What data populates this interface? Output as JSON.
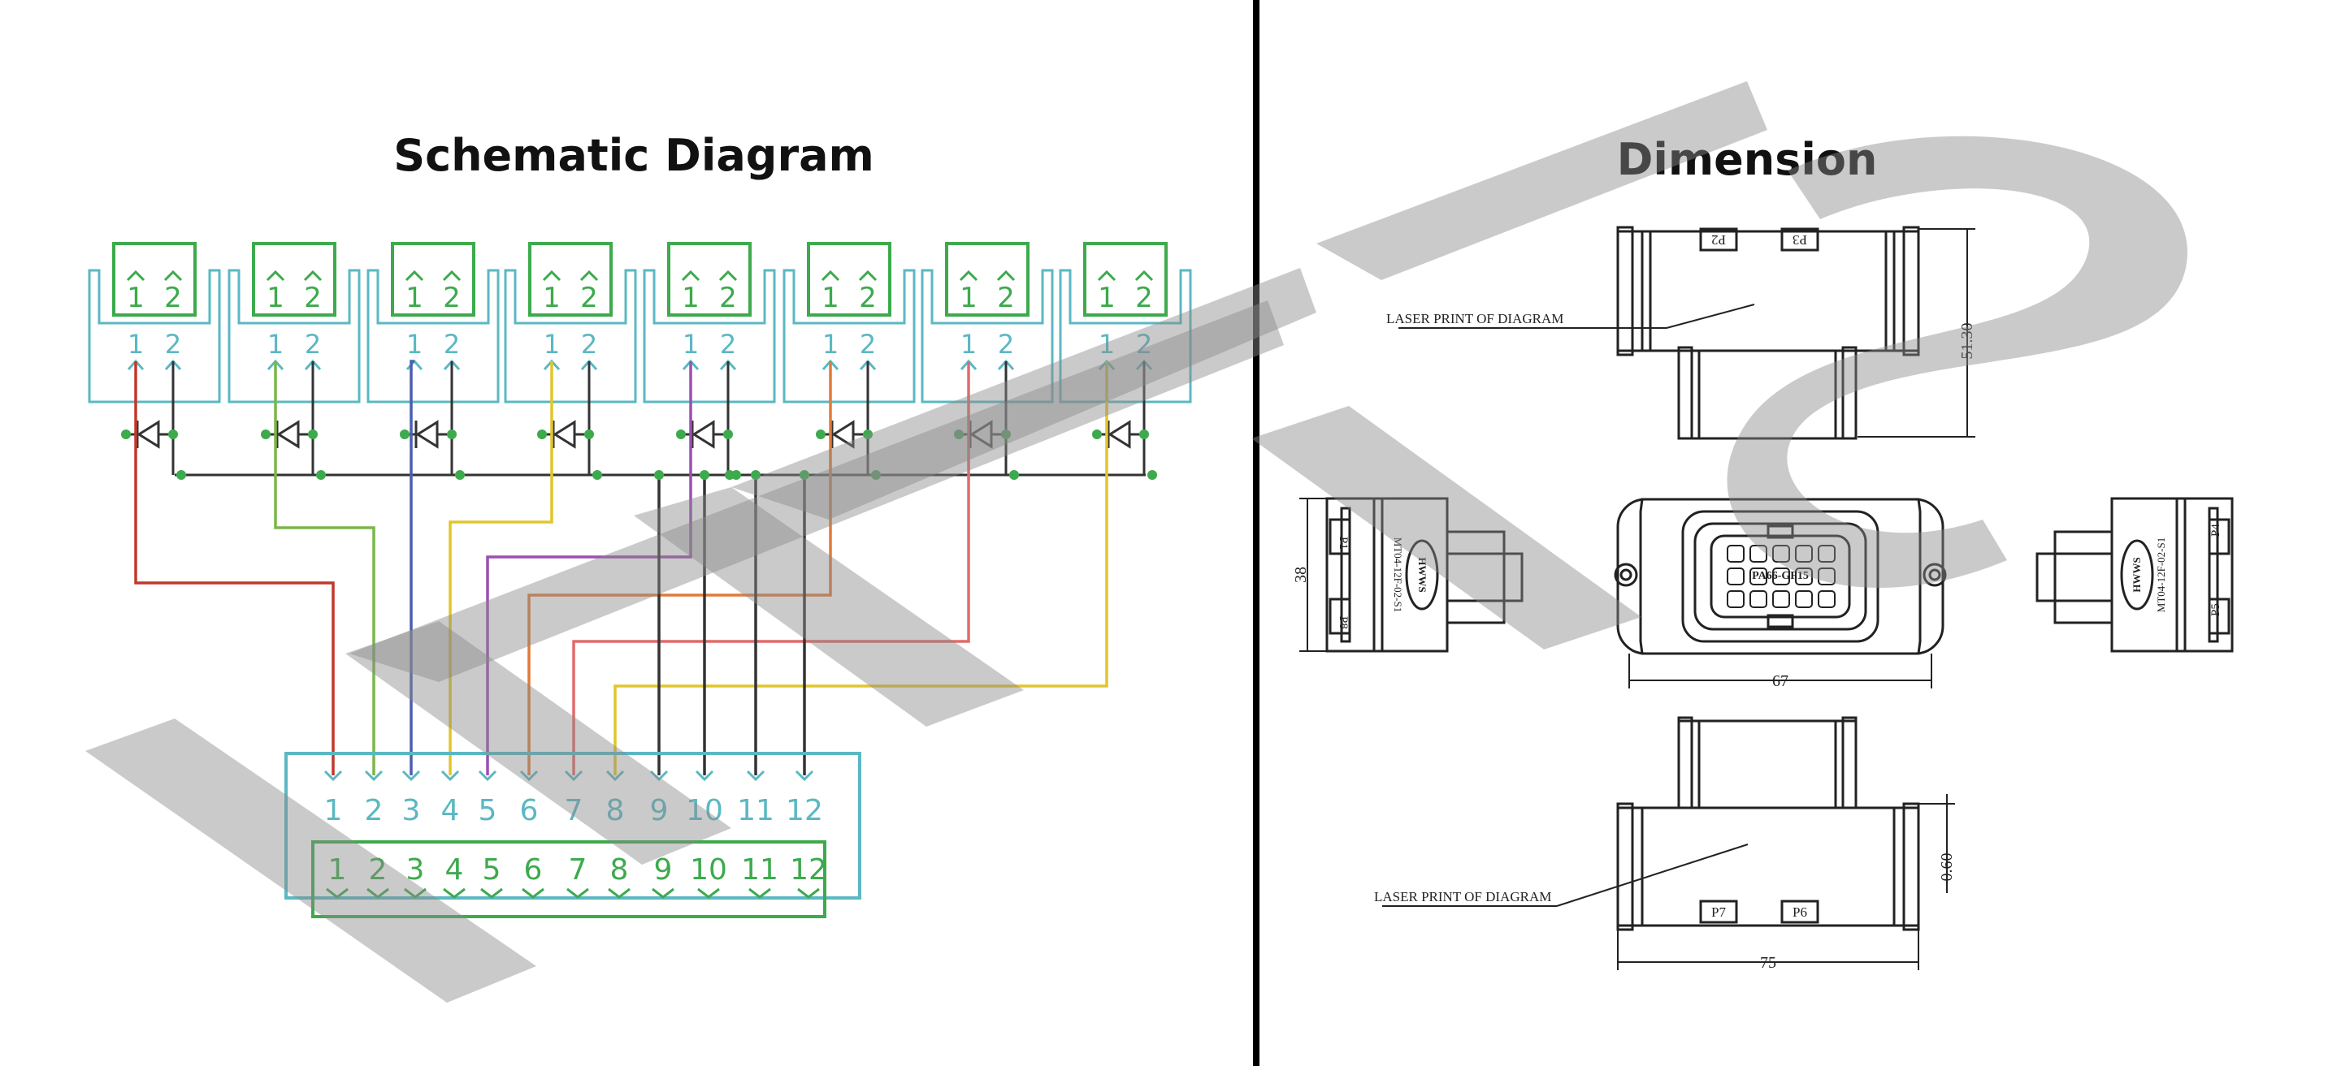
{
  "schematic": {
    "title": "Schematic Diagram",
    "input_pin_labels": [
      "1",
      "2"
    ],
    "output_pins": [
      "1",
      "2",
      "3",
      "4",
      "5",
      "6",
      "7",
      "8",
      "9",
      "10",
      "11",
      "12"
    ],
    "wire_colors": {
      "red": "#c0392b",
      "green": "#7ab648",
      "blue": "#4a5fb0",
      "yellow": "#e2c52b",
      "purple": "#9b4fb0",
      "orange": "#e07b39",
      "pink": "#e06b6b",
      "black": "#333333",
      "teal": "#5bb8c2",
      "connector_green": "#3daa4d"
    }
  },
  "dimension": {
    "title": "Dimension",
    "laser_label_top": "LASER PRINT OF DIAGRAM",
    "laser_label_bottom": "LASER PRINT OF DIAGRAM",
    "dim_height_top": "51.30",
    "dim_left_height": "38",
    "dim_width_center": "67",
    "dim_bottom_thickness": "0.60",
    "dim_bottom_width": "75",
    "tabs_top": [
      "P2",
      "P3"
    ],
    "tab_left_top": "P1",
    "tab_left_bottom": "P8",
    "tab_right_top": "P4",
    "tab_right_bottom": "P5",
    "tabs_bottom": [
      "P7",
      "P6"
    ],
    "center_marking": "PA66-GF15",
    "side_part_left": "MT04-12F-02-S1",
    "side_part_right": "MT04-12F-02-S1",
    "brand_badge": "HWWS"
  },
  "watermark": "HWWS"
}
